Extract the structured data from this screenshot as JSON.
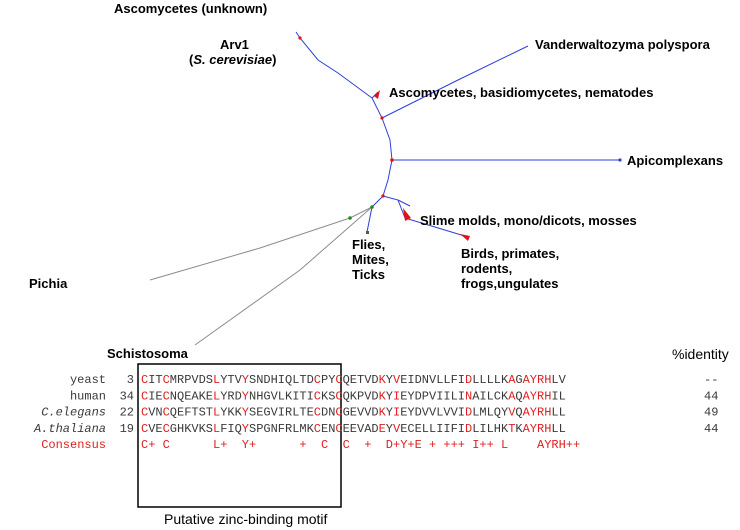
{
  "tree": {
    "labels": {
      "ascomycetes_unknown": "Ascomycetes (unknown)",
      "arv1_line1": "Arv1",
      "arv1_line2_open": "(",
      "arv1_line2_species": "S. cerevisiae",
      "arv1_line2_close": ")",
      "vanderwaltozyma": "Vanderwaltozyma polyspora",
      "asco_basidio_nematodes": "Ascomycetes, basidiomycetes, nematodes",
      "apicomplexans": "Apicomplexans",
      "slime_molds": "Slime molds, mono/dicots, mosses",
      "flies_l1": "Flies,",
      "flies_l2": "Mites,",
      "flies_l3": "Ticks",
      "birds_l1": "Birds, primates,",
      "birds_l2": "rodents,",
      "birds_l3": "frogs,ungulates",
      "pichia": "Pichia",
      "schistosoma": "Schistosoma"
    },
    "colors": {
      "branch_blue": "#2f3fd8",
      "branch_gray": "#8c8c8c",
      "node_red": "#e0101a",
      "node_green": "#1f8a2a"
    }
  },
  "alignment": {
    "pid_header": "%identity",
    "motif_caption": "Putative zinc-binding motif",
    "colors": {
      "highlight": "#e02020",
      "normal": "#3a3a3a"
    },
    "rows": [
      {
        "name": "yeast",
        "italic": false,
        "start": "3",
        "seq": "CITCMRPVDSLYTVYSNDHIQLTDCPYCQETVDKYVEIDNVLLFIDLLLLKAGAYRHLV",
        "pid": "--",
        "red": [
          0,
          3,
          10,
          14,
          24,
          27,
          33,
          35,
          45,
          51,
          53,
          54,
          55,
          56
        ]
      },
      {
        "name": "human",
        "italic": false,
        "start": "34",
        "seq": "CIECNQEAKELYRDYNHGVLKITICKSCQKPVDKYIEYDPVIILINAILCKAQAYRHIL",
        "pid": "44",
        "red": [
          0,
          3,
          10,
          14,
          24,
          27,
          33,
          35,
          45,
          51,
          53,
          54,
          55,
          56
        ]
      },
      {
        "name": "C.elegans",
        "italic": true,
        "start": "22",
        "seq": "CVNCQEFTSTLYKKYSEGVIRLTECDNCGEVVDKYIEYDVVLVVIDLMLQYVQAYRHLL",
        "pid": "49",
        "red": [
          0,
          3,
          10,
          14,
          24,
          27,
          33,
          35,
          45,
          51,
          53,
          54,
          55,
          56
        ]
      },
      {
        "name": "A.thaliana",
        "italic": true,
        "start": "19",
        "seq": "CVECGHKVKSLFIQYSPGNFRLMKCENCEEVADEYVECELLIIFIDLILHKTKAYRHLL",
        "pid": "44",
        "red": [
          0,
          3,
          10,
          14,
          24,
          27,
          33,
          35,
          45,
          51,
          53,
          54,
          55,
          56
        ]
      }
    ],
    "consensus": {
      "name": "Consensus",
      "seq": "C+ C      L+  Y+      +  C  C  +  D+Y+E + +++ I++ L    AYRH++"
    }
  }
}
